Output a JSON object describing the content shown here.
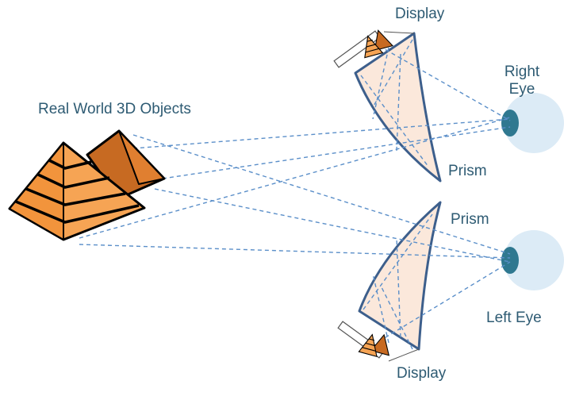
{
  "labels": {
    "real_world": "Real World 3D Objects",
    "display_top": "Display",
    "display_bottom": "Display",
    "prism_top": "Prism",
    "prism_bottom": "Prism",
    "right_eye_line1": "Right",
    "right_eye_line2": "Eye",
    "left_eye": "Left Eye"
  },
  "colors": {
    "ray": "#5b8fc9",
    "prism_fill": "#fbe8db",
    "prism_stroke": "#3d5f8c",
    "eye_fill": "#dcebf6",
    "pupil": "#2f7890",
    "pyramid_light": "#f6a454",
    "pyramid_dark": "#c76a22",
    "label": "#2e5b73"
  }
}
